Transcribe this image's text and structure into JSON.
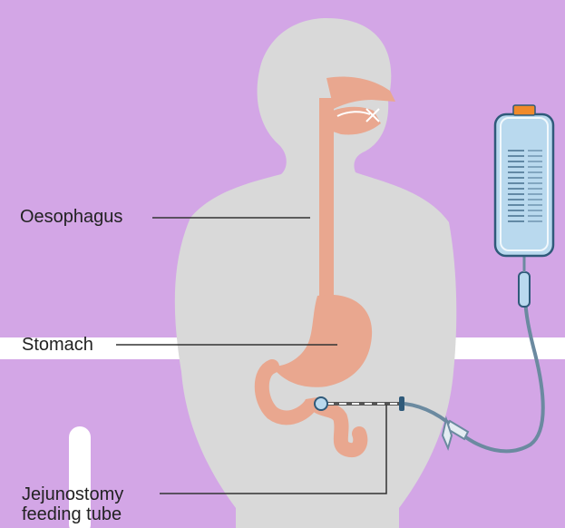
{
  "labels": {
    "oesophagus": "Oesophagus",
    "stomach": "Stomach",
    "jejunostomy": "Jejunostomy\nfeeding tube"
  },
  "colors": {
    "background": "#d3a6e6",
    "body": "#d9d9d9",
    "organ": "#e9a78f",
    "bag_fill": "#b9d9ee",
    "bag_stroke": "#2f5a7a",
    "cap": "#f08a2a",
    "tube": "#6b8aa0",
    "leader": "#333333"
  },
  "icons": {
    "bag": "feeding-bag-icon",
    "cap": "cap-icon",
    "clamp": "clamp-icon"
  }
}
